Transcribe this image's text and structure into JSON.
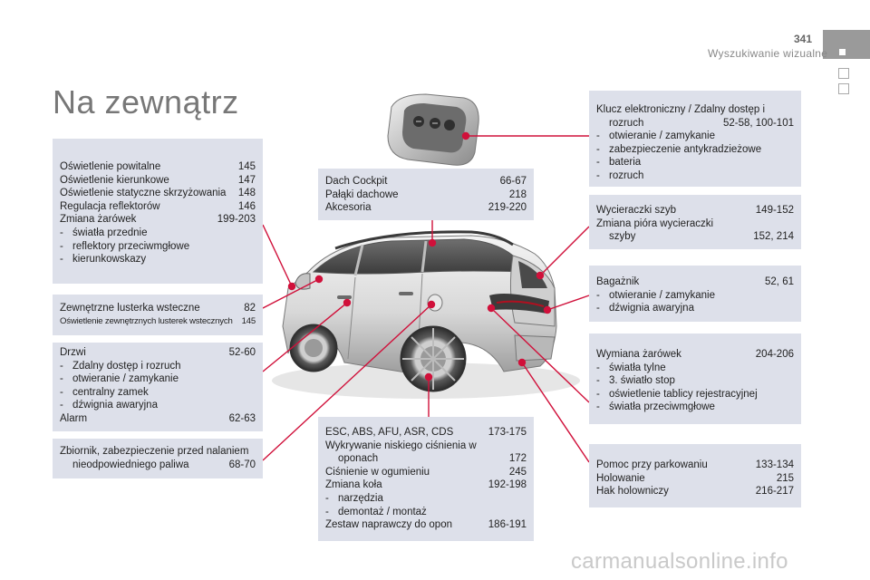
{
  "header": {
    "page_number": "341",
    "section_title": "Wyszukiwanie wizualne"
  },
  "title": "Na zewnątrz",
  "boxes": {
    "lighting": [
      {
        "label": "Oświetlenie powitalne",
        "page": "145"
      },
      {
        "label": "Oświetlenie kierunkowe",
        "page": "147"
      },
      {
        "label": "Oświetlenie statyczne skrzyżowania",
        "page": "148"
      },
      {
        "label": "Regulacja reflektorów",
        "page": "146"
      },
      {
        "label": "Zmiana żarówek",
        "page": "199-203"
      },
      {
        "label": "światła przednie",
        "page": ""
      },
      {
        "label": "reflektory przeciwmgłowe",
        "page": ""
      },
      {
        "label": "kierunkowskazy",
        "page": ""
      }
    ],
    "mirrors": [
      {
        "label": "Zewnętrzne lusterka wsteczne",
        "page": "82"
      },
      {
        "label": "Oświetlenie zewnętrznych lusterek wstecznych",
        "page": "145"
      }
    ],
    "doors": [
      {
        "label": "Drzwi",
        "page": "52-60"
      },
      {
        "label": "Zdalny dostęp i rozruch",
        "page": ""
      },
      {
        "label": "otwieranie / zamykanie",
        "page": ""
      },
      {
        "label": "centralny zamek",
        "page": ""
      },
      {
        "label": "dźwignia awaryjna",
        "page": ""
      },
      {
        "label": "Alarm",
        "page": "62-63"
      }
    ],
    "fuel": [
      {
        "label": "Zbiornik, zabezpieczenie przed nalaniem",
        "page": ""
      },
      {
        "label": "nieodpowiedniego paliwa",
        "page": "68-70"
      }
    ],
    "roof": [
      {
        "label": "Dach Cockpit",
        "page": "66-67"
      },
      {
        "label": "Pałąki dachowe",
        "page": "218"
      },
      {
        "label": "Akcesoria",
        "page": "219-220"
      }
    ],
    "tyres": [
      {
        "label": "ESC, ABS, AFU, ASR, CDS",
        "page": "173-175"
      },
      {
        "label": "Wykrywanie niskiego ciśnienia w",
        "page": ""
      },
      {
        "label": "oponach",
        "page": "172"
      },
      {
        "label": "Ciśnienie w ogumieniu",
        "page": "245"
      },
      {
        "label": "Zmiana koła",
        "page": "192-198"
      },
      {
        "label": "narzędzia",
        "page": ""
      },
      {
        "label": "demontaż / montaż",
        "page": ""
      },
      {
        "label": "Zestaw naprawczy do opon",
        "page": "186-191"
      }
    ],
    "key": [
      {
        "label": "Klucz elektroniczny / Zdalny dostęp i",
        "page": ""
      },
      {
        "label": "rozruch",
        "page": "52-58, 100-101"
      },
      {
        "label": "otwieranie / zamykanie",
        "page": ""
      },
      {
        "label": "zabezpieczenie antykradzieżowe",
        "page": ""
      },
      {
        "label": "bateria",
        "page": ""
      },
      {
        "label": "rozruch",
        "page": ""
      }
    ],
    "wipers": [
      {
        "label": "Wycieraczki szyb",
        "page": "149-152"
      },
      {
        "label": "Zmiana pióra wycieraczki",
        "page": ""
      },
      {
        "label": "szyby",
        "page": "152, 214"
      }
    ],
    "boot": [
      {
        "label": "Bagażnik",
        "page": "52, 61"
      },
      {
        "label": "otwieranie / zamykanie",
        "page": ""
      },
      {
        "label": "dźwignia awaryjna",
        "page": ""
      }
    ],
    "rear_bulbs": [
      {
        "label": "Wymiana żarówek",
        "page": "204-206"
      },
      {
        "label": "światła tylne",
        "page": ""
      },
      {
        "label": "3. światło stop",
        "page": ""
      },
      {
        "label": "oświetlenie tablicy rejestracyjnej",
        "page": ""
      },
      {
        "label": "światła przeciwmgłowe",
        "page": ""
      }
    ],
    "parking": [
      {
        "label": "Pomoc przy parkowaniu",
        "page": "133-134"
      },
      {
        "label": "Holowanie",
        "page": "215"
      },
      {
        "label": "Hak holowniczy",
        "page": "216-217"
      }
    ]
  },
  "watermark": "carmanualsonline.info",
  "colors": {
    "box_bg": "#dde0ea",
    "callout_line": "#d0103a",
    "title": "#777777"
  }
}
